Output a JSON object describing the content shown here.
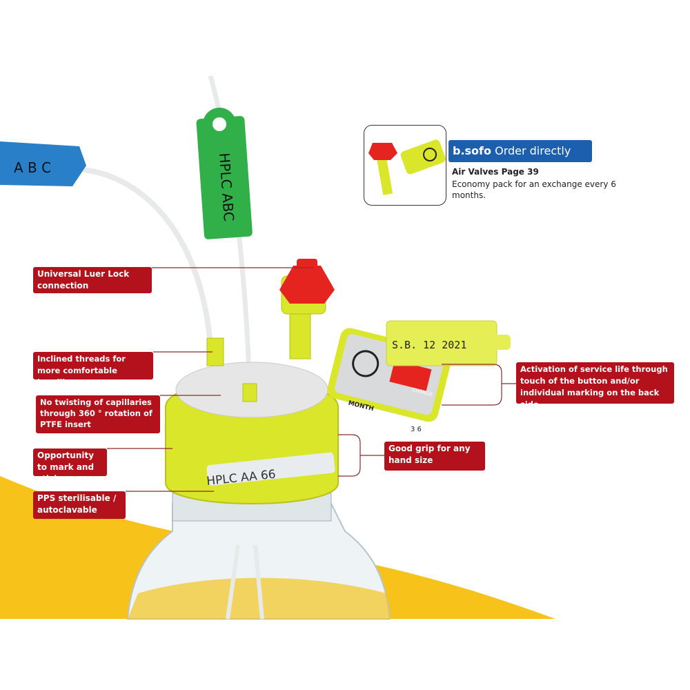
{
  "colors": {
    "label_bg": "#b3121c",
    "promo_blue": "#1c5fae",
    "cap_yellow": "#d9e62a",
    "background_yellow": "#f7c21a"
  },
  "tags": {
    "blue_tag": "A B C",
    "green_tag": "HPLC ABC",
    "yellow_tag": "S.B.  12  2021",
    "cap_label": "HPLC    AA    66",
    "device_button_label": "MONTH",
    "device_display": "CHANGE",
    "device_digits": "3  6"
  },
  "promo": {
    "brand": "b.sofo",
    "heading": "Order directly",
    "title": "Air Valves Page 39",
    "text": "Economy pack for an exchange every 6 months."
  },
  "labels": {
    "luer": "Universal Luer Lock connection",
    "threads": "Inclined threads for more comfortable handling",
    "twisting": "No twisting of capillaries through 360 ° rotation of PTFE insert",
    "mark": "Opportunity to mark and stick",
    "pps": "PPS sterilisable / autoclavable",
    "grip": "Good grip for any hand size",
    "activation": "Activation of service life through touch of the button and/or individual marking on the back side"
  }
}
